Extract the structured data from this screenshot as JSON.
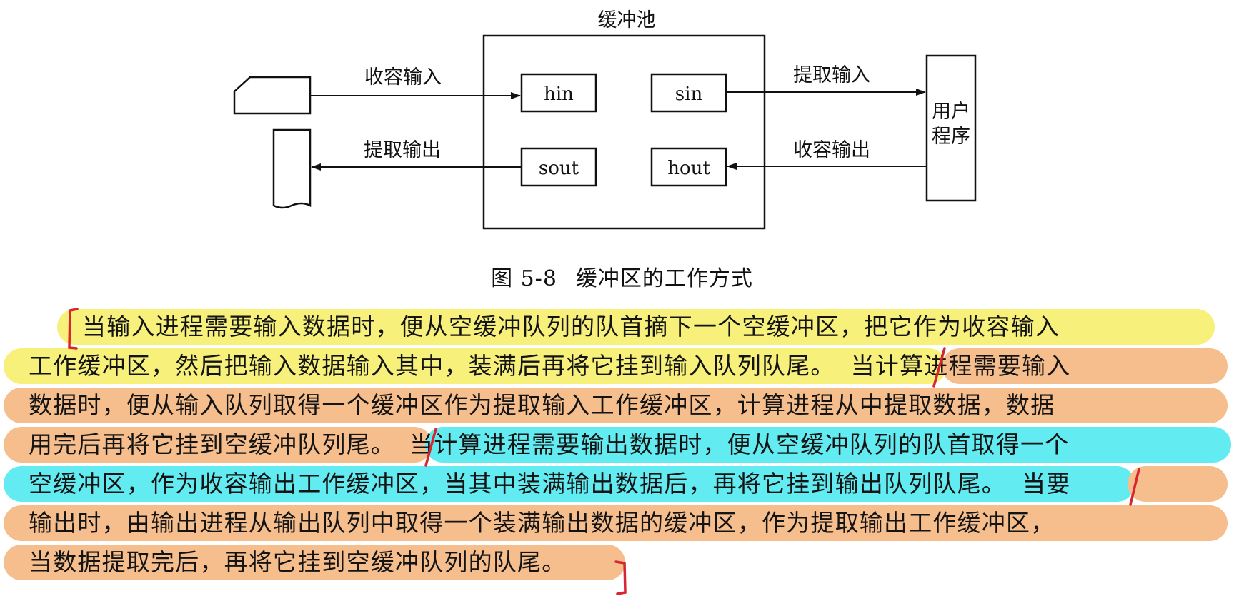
{
  "figure": {
    "pool_title": "缓冲池",
    "buffers": {
      "hin": "hin",
      "sin": "sin",
      "sout": "sout",
      "hout": "hout"
    },
    "arrows": {
      "collect_input": "收容输入",
      "extract_input": "提取输入",
      "extract_output": "提取输出",
      "collect_output": "收容输出"
    },
    "user_program": [
      "用户",
      "程序"
    ],
    "caption_number": "图 5-8",
    "caption_title": "缓冲区的工作方式"
  },
  "paragraph": {
    "lines": [
      [
        "当输入进程需要输入数据时，便从空缓冲队列的队首摘下一个空缓冲区，把它作为收容输入"
      ],
      [
        "工作缓冲区，然后把输入数据输入其中，装满后再将它挂到输入队列队尾。",
        "当计算进程需要输入"
      ],
      [
        "数据时，便从输入队列取得一个缓冲区作为提取输入工作缓冲区，计算进程从中提取数据，数据"
      ],
      [
        "用完后再将它挂到空缓冲队列尾。",
        "当计算进程需要输出数据时，便从空缓冲队列的队首取得一个"
      ],
      [
        "空缓冲区，作为收容输出工作缓冲区，当其中装满输出数据后，再将它挂到输出队列队尾。",
        "当要"
      ],
      [
        "输出时，由输出进程从输出队列中取得一个装满输出数据的缓冲区，作为提取输出工作缓冲区，"
      ],
      [
        "当数据提取完后，再将它挂到空缓冲队列的队尾。"
      ]
    ]
  },
  "colors": {
    "highlight_yellow": "#f7f17b",
    "highlight_orange": "#f5be8c",
    "highlight_cyan": "#62ebf1",
    "pen_red": "#d8252f"
  }
}
